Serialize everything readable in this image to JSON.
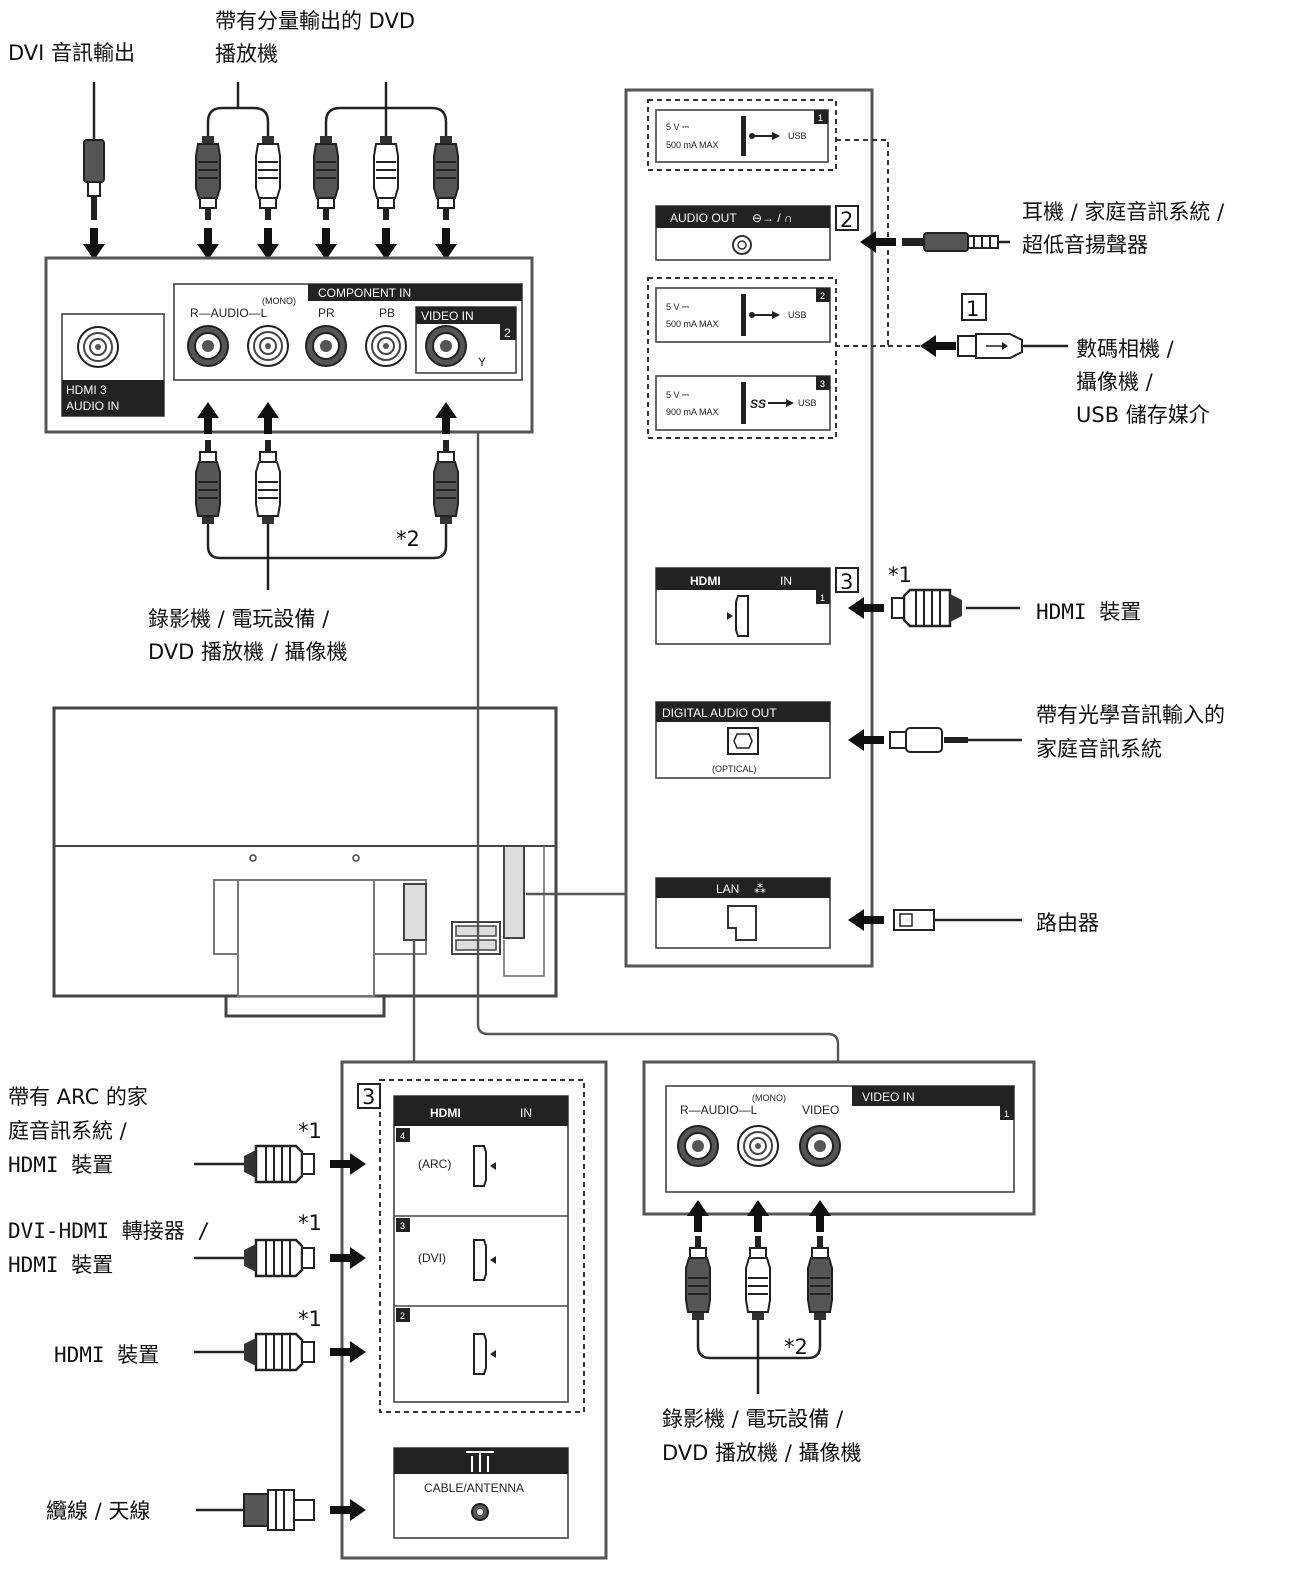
{
  "labels": {
    "dvi_audio_out": "DVI 音訊輸出",
    "dvd_component_line1": "帶有分量輸出的 DVD",
    "dvd_component_line2": "播放機",
    "vcr_top_line1": "錄影機 / 電玩設備 /",
    "vcr_top_line2": "DVD 播放機 / 攝像機",
    "headphone_line1": "耳機 / 家庭音訊系統 /",
    "headphone_line2": "超低音揚聲器",
    "camera_line1": "數碼相機 /",
    "camera_line2": "攝像機 /",
    "camera_line3": "USB 儲存媒介",
    "hdmi_device_right": "HDMI 裝置",
    "optical_line1": "帶有光學音訊輸入的",
    "optical_line2": "家庭音訊系統",
    "router": "路由器",
    "arc_line1": "帶有 ARC 的家",
    "arc_line2": "庭音訊系統 /",
    "arc_line3": "HDMI 裝置",
    "dvi_hdmi_line1": "DVI-HDMI 轉接器 /",
    "dvi_hdmi_line2": "HDMI 裝置",
    "hdmi_device_left": "HDMI 裝置",
    "cable_antenna": "纜線 / 天線",
    "vcr_bottom_line1": "錄影機 / 電玩設備 /",
    "vcr_bottom_line2": "DVD 播放機 / 攝像機"
  },
  "footnotes": {
    "note1": "*1",
    "note2": "*2"
  },
  "callouts": {
    "n1": "1",
    "n2": "2",
    "n3": "3"
  },
  "ports": {
    "usb_spec_1a": "5 V ⎓",
    "usb_spec_1b": "500 mA MAX",
    "usb_spec_3b": "900 mA MAX",
    "usb": "USB",
    "ss_usb": "SS",
    "audio_out": "AUDIO OUT",
    "hdmi_logo": "HDMI",
    "hdmi_in": "IN",
    "digital_audio_out": "DIGITAL AUDIO OUT",
    "optical": "(OPTICAL)",
    "lan": "LAN",
    "hdmi3_audio_in_1": "HDMI 3",
    "hdmi3_audio_in_2": "AUDIO IN",
    "component_in": "COMPONENT IN",
    "r_audio_l": "R—AUDIO—L",
    "mono": "(MONO)",
    "pr": "PR",
    "pb": "PB",
    "video_in": "VIDEO IN",
    "y": "Y",
    "arc": "(ARC)",
    "dvi": "(DVI)",
    "cable_antenna_port": "CABLE/ANTENNA",
    "video": "VIDEO",
    "n1": "1",
    "n2": "2",
    "n3": "3",
    "n4": "4"
  }
}
